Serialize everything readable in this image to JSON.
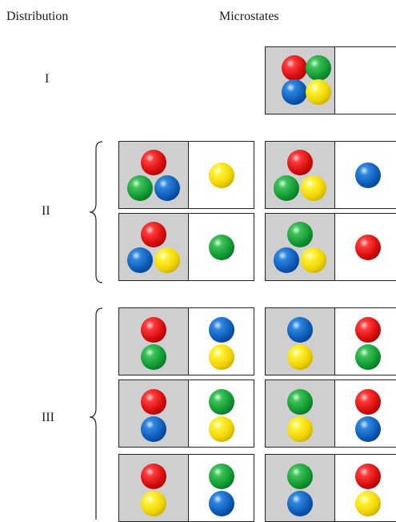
{
  "headers": {
    "distribution": "Distribution",
    "microstates": "Microstates"
  },
  "colors": {
    "red": "#e01010",
    "green": "#14a23a",
    "blue": "#0f5fbf",
    "yellow": "#f5dc00",
    "box_fill": "#cfcfd0"
  },
  "distributions": [
    {
      "label": "I",
      "microstates": [
        {
          "left": [
            "red",
            "green",
            "blue",
            "yellow"
          ],
          "right": []
        }
      ]
    },
    {
      "label": "II",
      "microstates": [
        {
          "left": [
            "red",
            "green",
            "blue"
          ],
          "right": [
            "yellow"
          ]
        },
        {
          "left": [
            "red",
            "green",
            "yellow"
          ],
          "right": [
            "blue"
          ]
        },
        {
          "left": [
            "red",
            "blue",
            "yellow"
          ],
          "right": [
            "green"
          ]
        },
        {
          "left": [
            "green",
            "blue",
            "yellow"
          ],
          "right": [
            "red"
          ]
        }
      ]
    },
    {
      "label": "III",
      "microstates": [
        {
          "left": [
            "red",
            "green"
          ],
          "right": [
            "blue",
            "yellow"
          ]
        },
        {
          "left": [
            "blue",
            "yellow"
          ],
          "right": [
            "red",
            "green"
          ]
        },
        {
          "left": [
            "red",
            "blue"
          ],
          "right": [
            "green",
            "yellow"
          ]
        },
        {
          "left": [
            "green",
            "yellow"
          ],
          "right": [
            "red",
            "blue"
          ]
        },
        {
          "left": [
            "red",
            "yellow"
          ],
          "right": [
            "green",
            "blue"
          ]
        },
        {
          "left": [
            "green",
            "blue"
          ],
          "right": [
            "red",
            "yellow"
          ]
        }
      ]
    }
  ]
}
